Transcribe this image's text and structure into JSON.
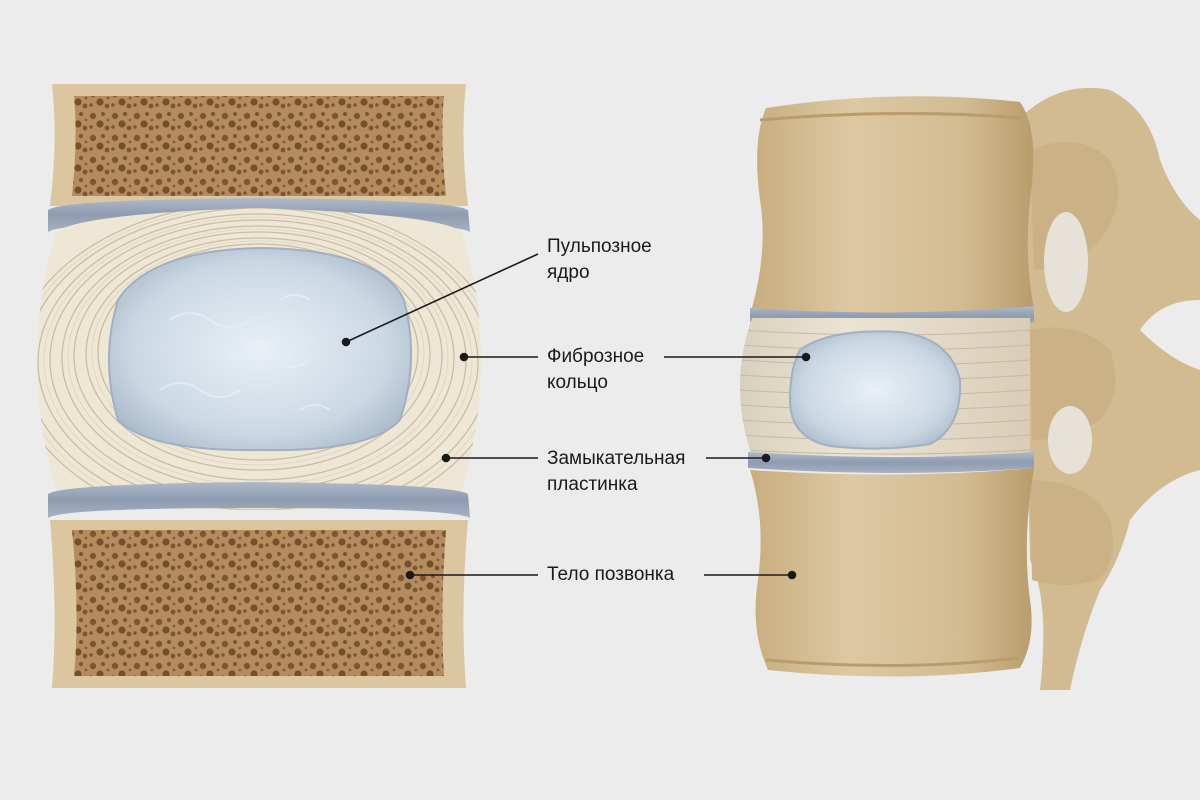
{
  "labels": {
    "nucleus": {
      "line1": "Пульпозное",
      "line2": "ядро"
    },
    "annulus": {
      "line1": "Фиброзное",
      "line2": "кольцо"
    },
    "endplate": {
      "line1": "Замыкательная",
      "line2": "пластинка"
    },
    "body": {
      "line1": "Тело позвонка"
    }
  },
  "colors": {
    "background": "#ececec",
    "bone": "#d9c39b",
    "cancellous_bone": "#b89266",
    "endplate": "#9aa6b8",
    "annulus": "#ece3d1",
    "nucleus": "#cfdbe6",
    "leader": "#1a1a1a"
  }
}
